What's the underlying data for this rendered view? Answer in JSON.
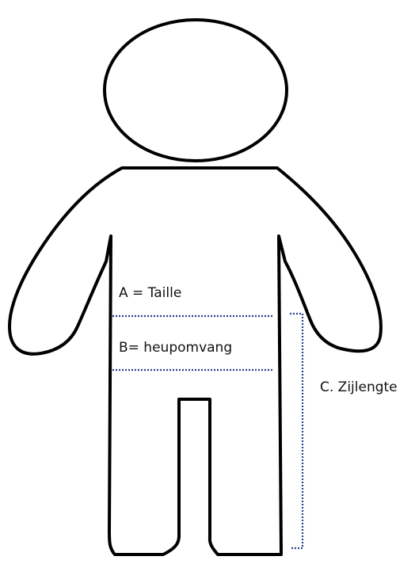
{
  "labels": {
    "waist": "A = Taille",
    "hip": "B= heupomvang",
    "side_length": "C. Zijlengte"
  },
  "colors": {
    "outline": "#000000",
    "measurement_line": "#2a3f8f",
    "background": "#ffffff"
  }
}
